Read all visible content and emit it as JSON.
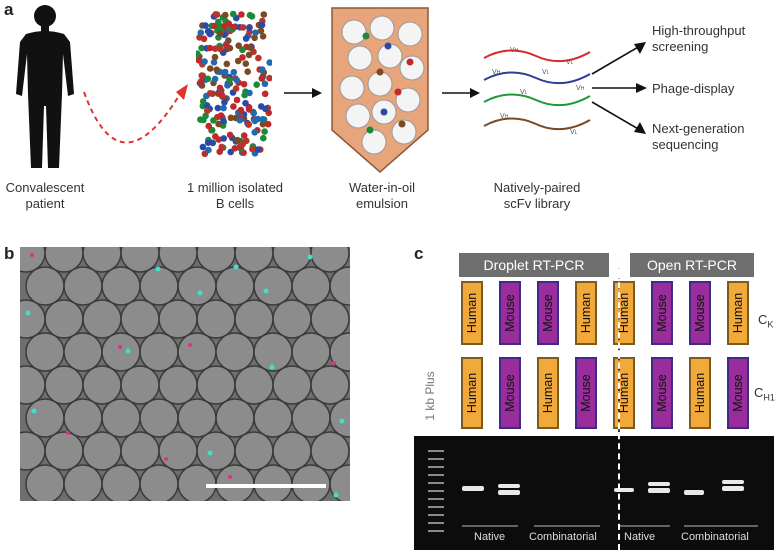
{
  "panels": {
    "a": "a",
    "b": "b",
    "c": "c"
  },
  "workflow": {
    "steps": [
      {
        "line1": "Convalescent",
        "line2": "patient"
      },
      {
        "line1": "1 million isolated",
        "line2": "B cells"
      },
      {
        "line1": "Water-in-oil",
        "line2": "emulsion"
      },
      {
        "line1": "Natively-paired",
        "line2": "scFv library"
      }
    ],
    "outputs": [
      {
        "line1": "High-throughput",
        "line2": "screening"
      },
      {
        "line1": "Phage-display",
        "line2": ""
      },
      {
        "line1": "Next-generation",
        "line2": "sequencing"
      }
    ],
    "chain_labels": {
      "vh": "V",
      "vh_sub": "H",
      "vl": "V",
      "vl_sub": "L"
    }
  },
  "gel": {
    "headers": {
      "left": "Droplet RT-PCR",
      "right": "Open RT-PCR"
    },
    "ladder_label": "1 kb Plus",
    "row_labels": {
      "top": "C",
      "top_sub": "K",
      "bottom": "C",
      "bottom_sub": "H1"
    },
    "lanes": [
      {
        "top": "Human",
        "bottom": "Human"
      },
      {
        "top": "Mouse",
        "bottom": "Mouse"
      },
      {
        "top": "Mouse",
        "bottom": "Human"
      },
      {
        "top": "Human",
        "bottom": "Mouse"
      },
      {
        "top": "Human",
        "bottom": "Human"
      },
      {
        "top": "Mouse",
        "bottom": "Mouse"
      },
      {
        "top": "Mouse",
        "bottom": "Human"
      },
      {
        "top": "Human",
        "bottom": "Mouse"
      }
    ],
    "group_labels": [
      "Native",
      "Combinatorial",
      "Native",
      "Combinatorial"
    ]
  },
  "colors": {
    "human": "#f2a93b",
    "mouse": "#9a2d9c",
    "header": "#6e6e6e",
    "emulsion": "#e8a57c"
  }
}
